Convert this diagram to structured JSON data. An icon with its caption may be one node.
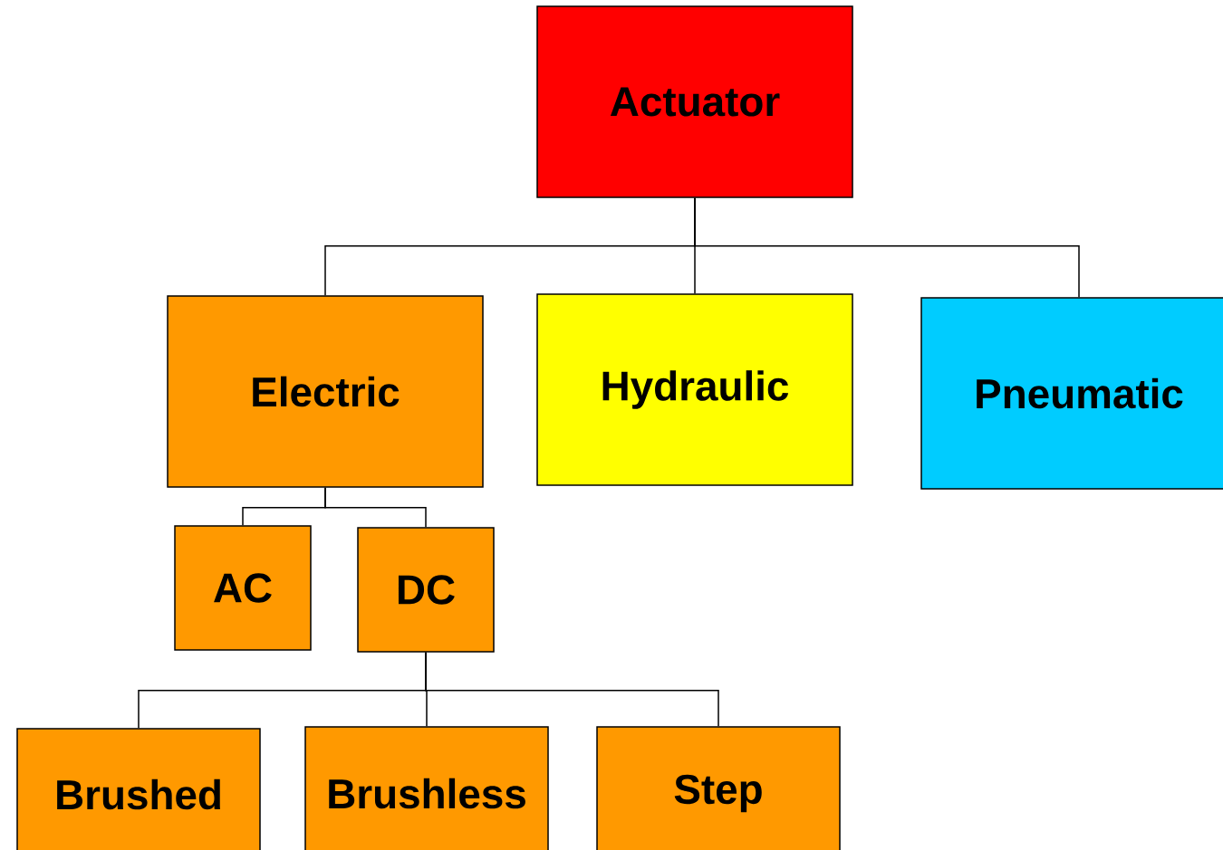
{
  "diagram": {
    "nodes": [
      {
        "text": [
          "Actuator"
        ]
      },
      {
        "text": [
          "Electric"
        ]
      },
      {
        "text": [
          "Hydraulic"
        ]
      },
      {
        "text": [
          "Pneumatic"
        ]
      },
      {
        "text": [
          "AC"
        ]
      },
      {
        "text": [
          "DC"
        ]
      },
      {
        "text": [
          "Brushed"
        ]
      },
      {
        "text": [
          "Brushless"
        ]
      },
      {
        "text": [
          "Step"
        ]
      }
    ],
    "edges": [
      {
        "from": 0,
        "to": 1,
        "arrow": "none"
      },
      {
        "from": 0,
        "to": 2,
        "arrow": "none"
      },
      {
        "from": 0,
        "to": 3,
        "arrow": "none"
      },
      {
        "from": 1,
        "to": 4,
        "arrow": "none"
      },
      {
        "from": 1,
        "to": 5,
        "arrow": "none"
      },
      {
        "from": 5,
        "to": 6,
        "arrow": "none"
      },
      {
        "from": 5,
        "to": 7,
        "arrow": "none"
      },
      {
        "from": 5,
        "to": 8,
        "arrow": "none"
      }
    ]
  }
}
